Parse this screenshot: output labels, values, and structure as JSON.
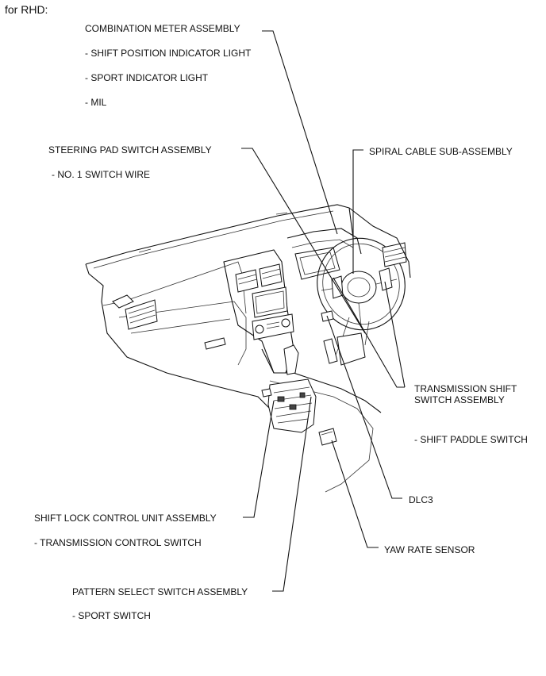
{
  "header": "for RHD:",
  "labels": {
    "combination_meter": "COMBINATION METER ASSEMBLY",
    "shift_position_light": "- SHIFT POSITION INDICATOR LIGHT",
    "sport_light": "- SPORT INDICATOR LIGHT",
    "mil": "- MIL",
    "steering_pad": "STEERING PAD SWITCH ASSEMBLY",
    "no1_switch_wire": "- NO. 1 SWITCH WIRE",
    "spiral_cable": "SPIRAL CABLE SUB-ASSEMBLY",
    "transmission_shift_line1": "TRANSMISSION SHIFT",
    "transmission_shift_line2": "SWITCH ASSEMBLY",
    "shift_paddle": "- SHIFT PADDLE SWITCH",
    "dlc3": "DLC3",
    "shift_lock": "SHIFT LOCK CONTROL UNIT ASSEMBLY",
    "transmission_control": "- TRANSMISSION CONTROL SWITCH",
    "yaw_rate": "YAW RATE SENSOR",
    "pattern_select": "PATTERN SELECT SWITCH ASSEMBLY",
    "sport_switch": "- SPORT SWITCH"
  }
}
